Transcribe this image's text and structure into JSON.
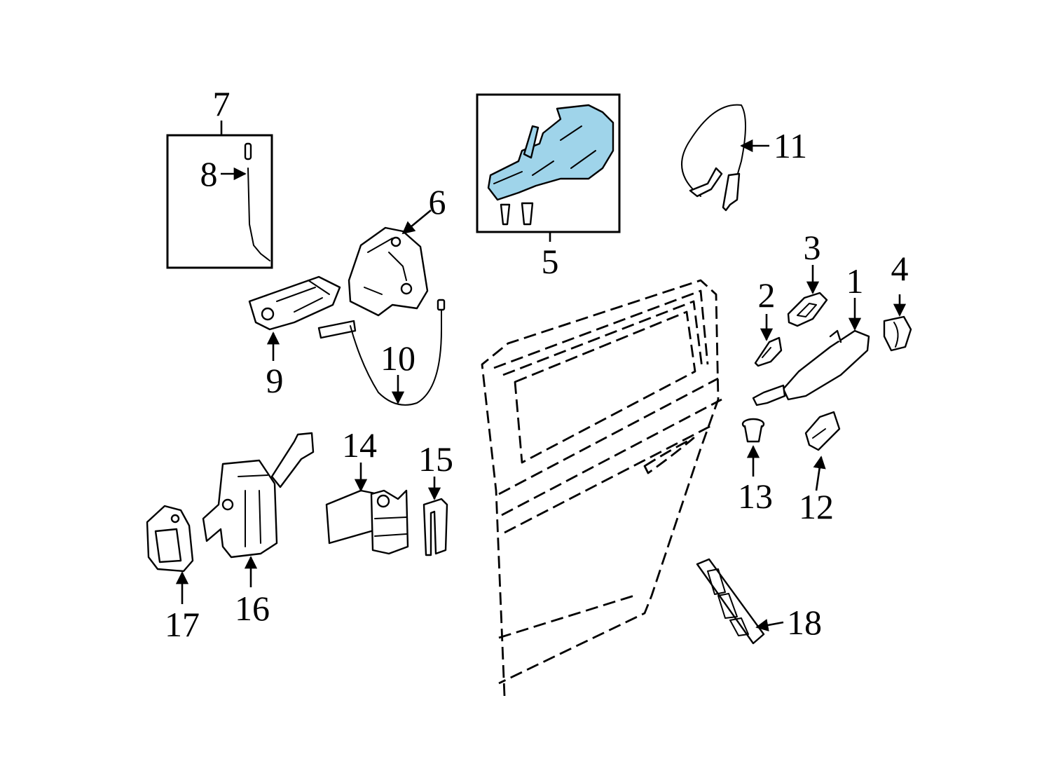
{
  "diagram": {
    "highlight_color": "#9fd4ea",
    "callouts": {
      "c1": "1",
      "c2": "2",
      "c3": "3",
      "c4": "4",
      "c5": "5",
      "c6": "6",
      "c7": "7",
      "c8": "8",
      "c9": "9",
      "c10": "10",
      "c11": "11",
      "c12": "12",
      "c13": "13",
      "c14": "14",
      "c15": "15",
      "c16": "16",
      "c17": "17",
      "c18": "18"
    }
  }
}
